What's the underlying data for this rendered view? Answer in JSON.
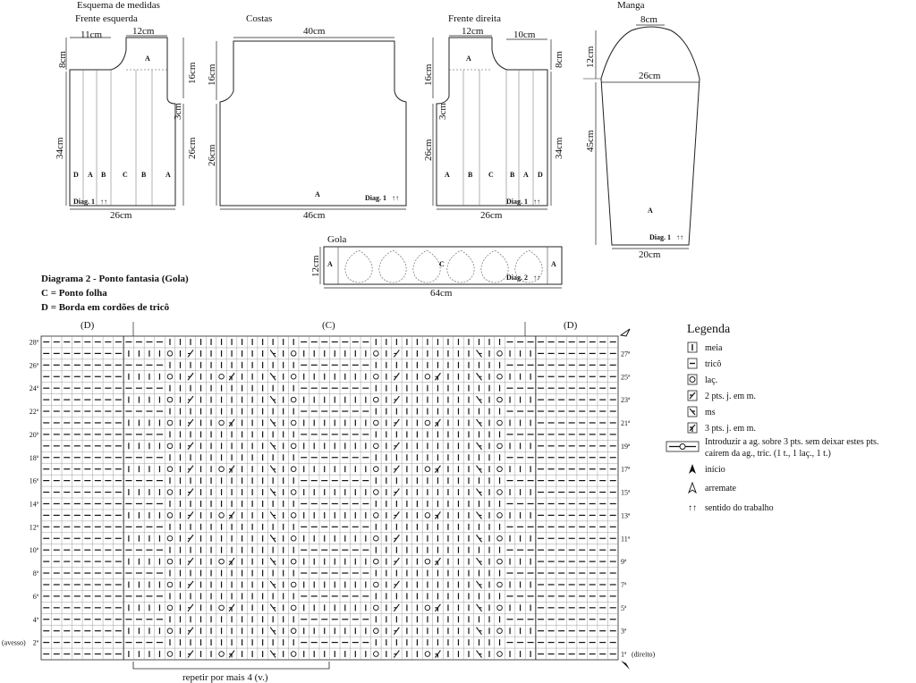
{
  "schematic": {
    "title": "Esquema de medidas",
    "left_front": {
      "title": "Frente esquerda",
      "m_11": "11cm",
      "m_12": "12cm",
      "m_8": "8cm",
      "m_16": "16cm",
      "m_3": "3cm",
      "m_34": "34cm",
      "m_26v": "26cm",
      "m_26": "26cm",
      "letters": [
        "D",
        "A",
        "B",
        "C",
        "B",
        "A"
      ],
      "letter_a": "A",
      "diag": "Diag. 1",
      "arrows": "↑↑"
    },
    "back": {
      "title": "Costas",
      "m_40": "40cm",
      "m_16": "16cm",
      "m_26": "26cm",
      "m_46": "46cm",
      "letter_a": "A",
      "diag": "Diag. 1",
      "arrows": "↑↑"
    },
    "right_front": {
      "title": "Frente direita",
      "m_12": "12cm",
      "m_10": "10cm",
      "m_16": "16cm",
      "m_3": "3cm",
      "m_8": "8cm",
      "m_26v": "26cm",
      "m_34": "34cm",
      "m_26": "26cm",
      "letters": [
        "A",
        "B",
        "C",
        "B",
        "A",
        "D"
      ],
      "letter_a": "A",
      "diag": "Diag. 1",
      "arrows": "↑↑"
    },
    "sleeve": {
      "title": "Manga",
      "m_8": "8cm",
      "m_12": "12cm",
      "m_26": "26cm",
      "m_45": "45cm",
      "m_20": "20cm",
      "letter_a": "A",
      "diag": "Diag. 1",
      "arrows": "↑↑"
    },
    "collar": {
      "title": "Gola",
      "m_12": "12cm",
      "m_64": "64cm",
      "letter_a1": "A",
      "letter_c": "C",
      "letter_a2": "A",
      "diag": "Diag. 2",
      "arrows": "↑↑"
    }
  },
  "chart_info": {
    "title": "Diagrama 2 - Ponto fantasia (Gola)",
    "line_c": "C = Ponto folha",
    "line_d": "D = Borda em cordões de tricô",
    "label_d_left": "(D)",
    "label_c": "(C)",
    "label_d_right": "(D)",
    "left_rows": [
      "28ª",
      "26ª",
      "24ª",
      "22ª",
      "20ª",
      "18ª",
      "16ª",
      "14ª",
      "12ª",
      "10ª",
      "8ª",
      "6ª",
      "4ª",
      "2ª"
    ],
    "right_rows": [
      "27ª",
      "25ª",
      "23ª",
      "21ª",
      "19ª",
      "17ª",
      "15ª",
      "13ª",
      "11ª",
      "9ª",
      "7ª",
      "5ª",
      "3ª",
      "1ª"
    ],
    "avesso": "(avesso)",
    "direito": "(direito)",
    "repeat": "repetir por mais 4 (v.)"
  },
  "legend": {
    "title": "Legenda",
    "meia": "meia",
    "trico": "tricô",
    "lac": "laç.",
    "dec2": "2 pts. j. em m.",
    "ms": "ms",
    "dec3": "3 pts. j. em m.",
    "special_1": "Introduzir a ag. sobre 3 pts. sem deixar estes pts.",
    "special_2": "cairem da ag., tric. (1 t., 1 laç., 1 t.)",
    "inicio": "início",
    "arremate": "arremate",
    "sentido": "sentido do trabalho",
    "sentido_arrows": "↑↑"
  },
  "grid": {
    "rows": 28,
    "cols": 56,
    "border_cols": 8
  }
}
